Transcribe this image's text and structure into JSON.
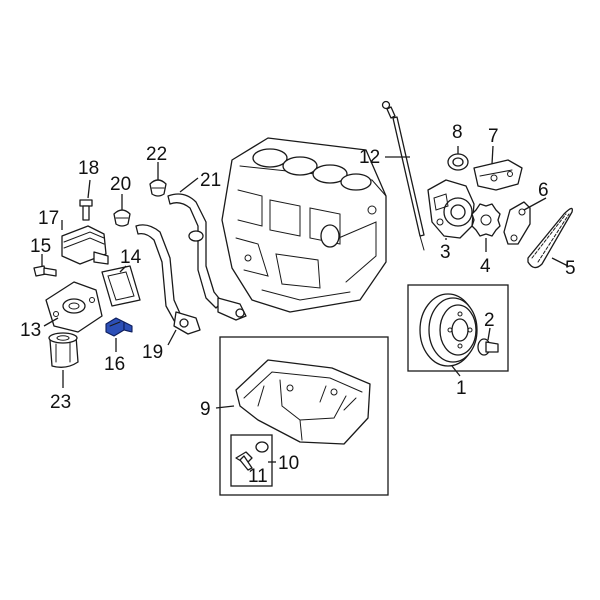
{
  "highlight_color": "#2c4fb7",
  "callouts": [
    {
      "id": "1",
      "text": "1"
    },
    {
      "id": "2",
      "text": "2"
    },
    {
      "id": "3",
      "text": "3"
    },
    {
      "id": "4",
      "text": "4"
    },
    {
      "id": "5",
      "text": "5"
    },
    {
      "id": "6",
      "text": "6"
    },
    {
      "id": "7",
      "text": "7"
    },
    {
      "id": "8",
      "text": "8"
    },
    {
      "id": "9",
      "text": "9"
    },
    {
      "id": "10",
      "text": "10"
    },
    {
      "id": "11",
      "text": "11"
    },
    {
      "id": "12",
      "text": "12"
    },
    {
      "id": "13",
      "text": "13"
    },
    {
      "id": "14",
      "text": "14"
    },
    {
      "id": "15",
      "text": "15"
    },
    {
      "id": "16",
      "text": "16"
    },
    {
      "id": "17",
      "text": "17"
    },
    {
      "id": "18",
      "text": "18"
    },
    {
      "id": "19",
      "text": "19"
    },
    {
      "id": "20",
      "text": "20"
    },
    {
      "id": "21",
      "text": "21"
    },
    {
      "id": "22",
      "text": "22"
    },
    {
      "id": "23",
      "text": "23"
    }
  ]
}
